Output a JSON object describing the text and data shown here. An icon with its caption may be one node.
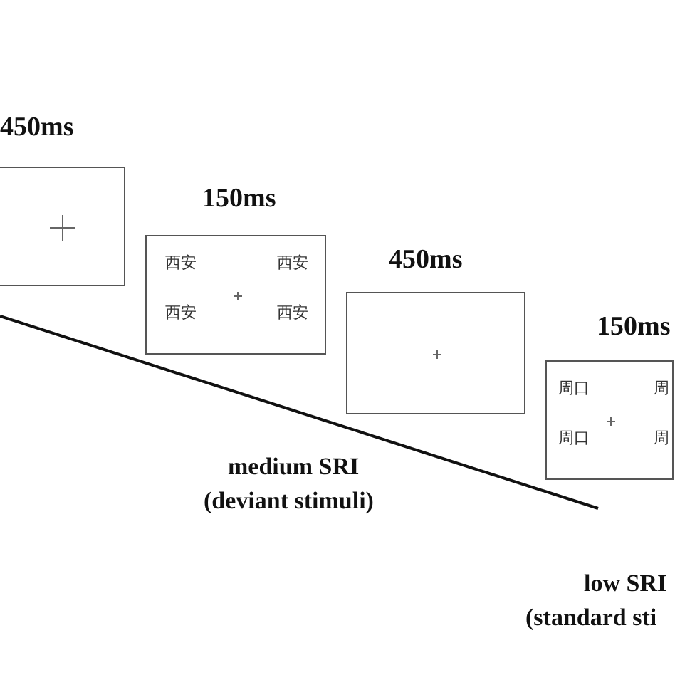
{
  "diagram": {
    "nodes": [
      {
        "text": [],
        "shape": "box",
        "beside": [
          "450ms"
        ]
      },
      {
        "text": [
          "西安",
          "西安",
          "西安",
          "西安"
        ],
        "beside": [
          "150ms"
        ]
      },
      {
        "text": [],
        "shape": "box",
        "beside": [
          "450ms"
        ]
      },
      {
        "text": [
          "周口",
          "周",
          "周口",
          "周"
        ],
        "beside": [
          "150ms"
        ]
      }
    ],
    "edges": [],
    "labels": [
      "medium SRI",
      "(deviant stimuli)",
      "low SRI",
      "(standard sti"
    ]
  }
}
